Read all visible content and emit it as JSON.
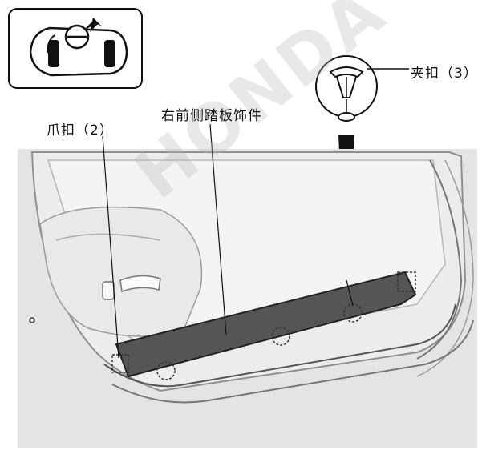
{
  "labels": {
    "claw_clip": "爪扣（2）",
    "side_trim": "右前侧踏板饰件",
    "clip": "夹扣（3）"
  },
  "watermark": "HONDA",
  "colors": {
    "trim_fill": "#555555",
    "body_panel": "#d9d9d9",
    "outline": "#222222"
  }
}
